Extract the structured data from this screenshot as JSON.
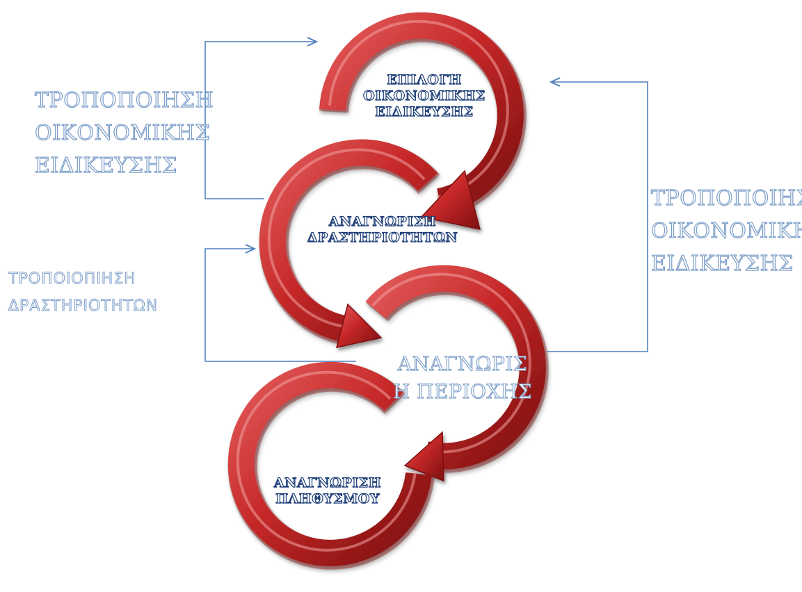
{
  "colors": {
    "cycle_red": "#c62828",
    "cycle_dark": "#8e1414",
    "cycle_light": "#f09090",
    "connector": "#4f7fbf",
    "inner_text_outline": "#1f3f78",
    "side_text_outline": "#7a9dc8"
  },
  "cycles": {
    "economic_specialization": {
      "line1": "ΕΠΙΛΟΓΗ",
      "line2": "ΟΙΚΟΝΟΜΙΚΗΣ",
      "line3": "ΕΙΔΙΚΕΥΣΗΣ"
    },
    "activities": {
      "line1": "ΑΝΑΓΝΩΡΙΣΗ",
      "line2": "ΔΡΑΣΤΗΡΙΟΤΗΤΩΝ"
    },
    "region": {
      "line1": "ΑΝΑΓΝΩΡΙΣ",
      "line2": "Η ΠΕΡΙΟΧΗΣ"
    },
    "population": {
      "line1": "ΑΝΑΓΝΩΡΙΣΗ",
      "line2": "ΠΛΗΘΥΣΜΟΥ"
    }
  },
  "feedback": {
    "left_top": {
      "line1": "ΤΡΟΠΟΠΟΙΗΣΗ",
      "line2": "ΟΙΚΟΝΟΜΙΚΗΣ",
      "line3": "ΕΙΔΙΚΕΥΣΗΣ"
    },
    "left_bottom": {
      "line1": "ΤΡΟΠΟΙΟΠΙΗΣΗ",
      "line2": "ΔΡΑΣΤΗΡΙΟΤΗΤΩΝ"
    },
    "right": {
      "line1": "ΤΡΟΠΟΠΟΙΗΣΗ",
      "line2": "ΟΙΚΟΝΟΜΙΚΗΣ",
      "line3": "ΕΙΔΙΚΕΥΣΗΣ"
    }
  }
}
